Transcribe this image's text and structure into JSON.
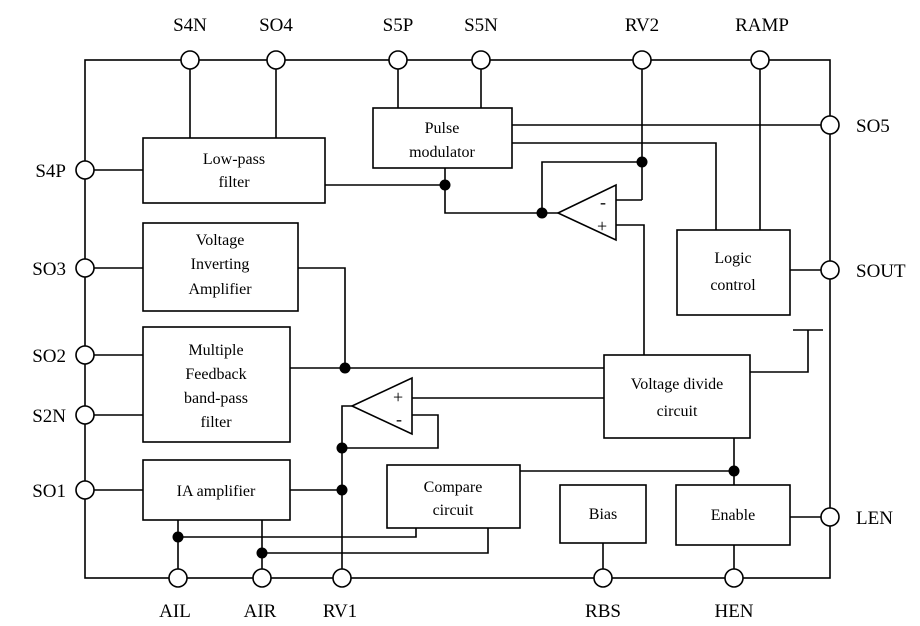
{
  "pins": {
    "top": [
      "S4N",
      "SO4",
      "S5P",
      "S5N",
      "RV2",
      "RAMP"
    ],
    "left": [
      "S4P",
      "SO3",
      "SO2",
      "S2N",
      "SO1"
    ],
    "right": [
      "SO5",
      "SOUT",
      "LEN"
    ],
    "bottom": [
      "AIL",
      "AIR",
      "RV1",
      "RBS",
      "HEN"
    ]
  },
  "blocks": {
    "lowpass": [
      "Low-pass",
      "filter"
    ],
    "pulse": [
      "Pulse",
      "modulator"
    ],
    "inverting": [
      "Voltage",
      "Inverting",
      "Amplifier"
    ],
    "mfb": [
      "Multiple",
      "Feedback",
      "band-pass",
      "filter"
    ],
    "ia": [
      "IA amplifier"
    ],
    "compare": [
      "Compare",
      "circuit"
    ],
    "bias": [
      "Bias"
    ],
    "enable": [
      "Enable"
    ],
    "logic": [
      "Logic",
      "control"
    ],
    "vdivide": [
      "Voltage divide",
      "circuit"
    ]
  },
  "opamps": {
    "upper": {
      "top_sign": "-",
      "bottom_sign": "+"
    },
    "lower": {
      "top_sign": "+",
      "bottom_sign": "-"
    }
  }
}
